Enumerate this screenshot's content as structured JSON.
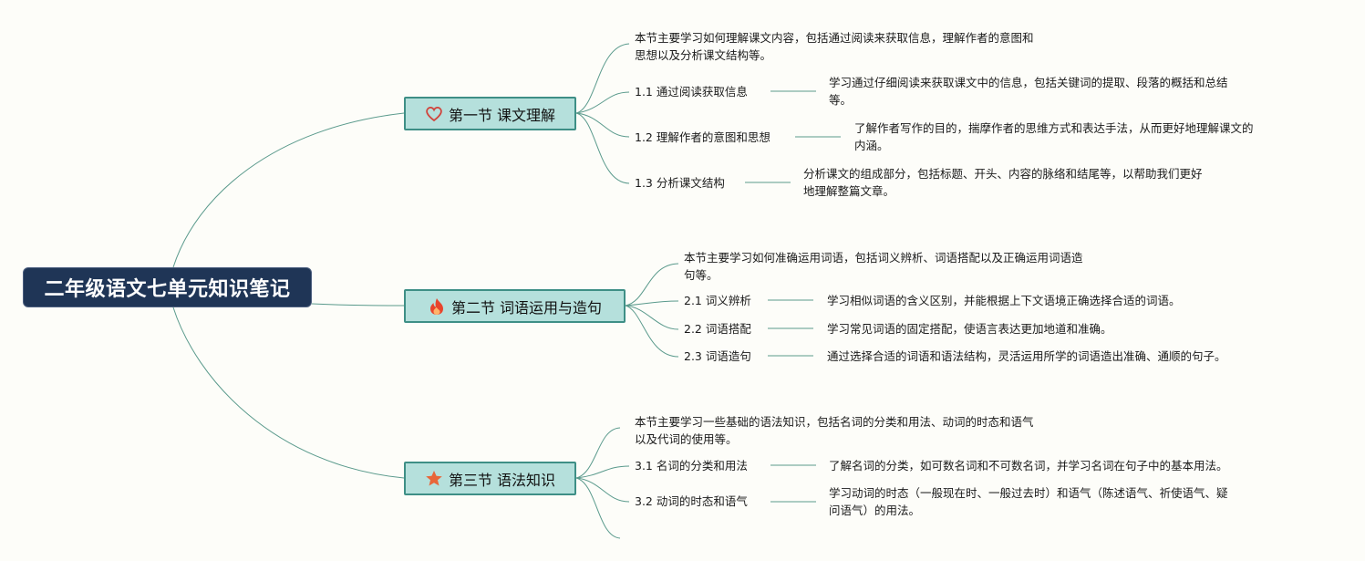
{
  "root": {
    "title": "二年级语文七单元知识笔记"
  },
  "sections": [
    {
      "title": "第一节 课文理解",
      "icon": "heart-icon",
      "intro": "本节主要学习如何理解课文内容，包括通过阅读来获取信息，理解作者的意图和\n思想以及分析课文结构等。",
      "items": [
        {
          "label": "1.1 通过阅读获取信息",
          "desc": "学习通过仔细阅读来获取课文中的信息，包括关键词的提取、段落的概括和总结\n等。"
        },
        {
          "label": "1.2 理解作者的意图和思想",
          "desc": "了解作者写作的目的，揣摩作者的思维方式和表达手法，从而更好地理解课文的\n内涵。"
        },
        {
          "label": "1.3 分析课文结构",
          "desc": "分析课文的组成部分，包括标题、开头、内容的脉络和结尾等，以帮助我们更好\n地理解整篇文章。"
        }
      ]
    },
    {
      "title": "第二节 词语运用与造句",
      "icon": "fire-icon",
      "intro": "本节主要学习如何准确运用词语，包括词义辨析、词语搭配以及正确运用词语造\n句等。",
      "items": [
        {
          "label": "2.1 词义辨析",
          "desc": "学习相似词语的含义区别，并能根据上下文语境正确选择合适的词语。"
        },
        {
          "label": "2.2 词语搭配",
          "desc": "学习常见词语的固定搭配，使语言表达更加地道和准确。"
        },
        {
          "label": "2.3 词语造句",
          "desc": "通过选择合适的词语和语法结构，灵活运用所学的词语造出准确、通顺的句子。"
        }
      ]
    },
    {
      "title": "第三节 语法知识",
      "icon": "star-icon",
      "intro": "本节主要学习一些基础的语法知识，包括名词的分类和用法、动词的时态和语气\n以及代词的使用等。",
      "items": [
        {
          "label": "3.1 名词的分类和用法",
          "desc": "了解名词的分类，如可数名词和不可数名词，并学习名词在句子中的基本用法。"
        },
        {
          "label": "3.2 动词的时态和语气",
          "desc": "学习动词的时态（一般现在时、一般过去时）和语气（陈述语气、祈使语气、疑\n问语气）的用法。"
        }
      ]
    }
  ],
  "colors": {
    "root_bg": "#1f3556",
    "section_bg": "#b5e0dc",
    "section_border": "#3e8f86",
    "line": "#5a9a8c",
    "heart": "#d0453d",
    "fire": "#e8442c",
    "star": "#e8663a",
    "background": "#fdfdf9"
  }
}
